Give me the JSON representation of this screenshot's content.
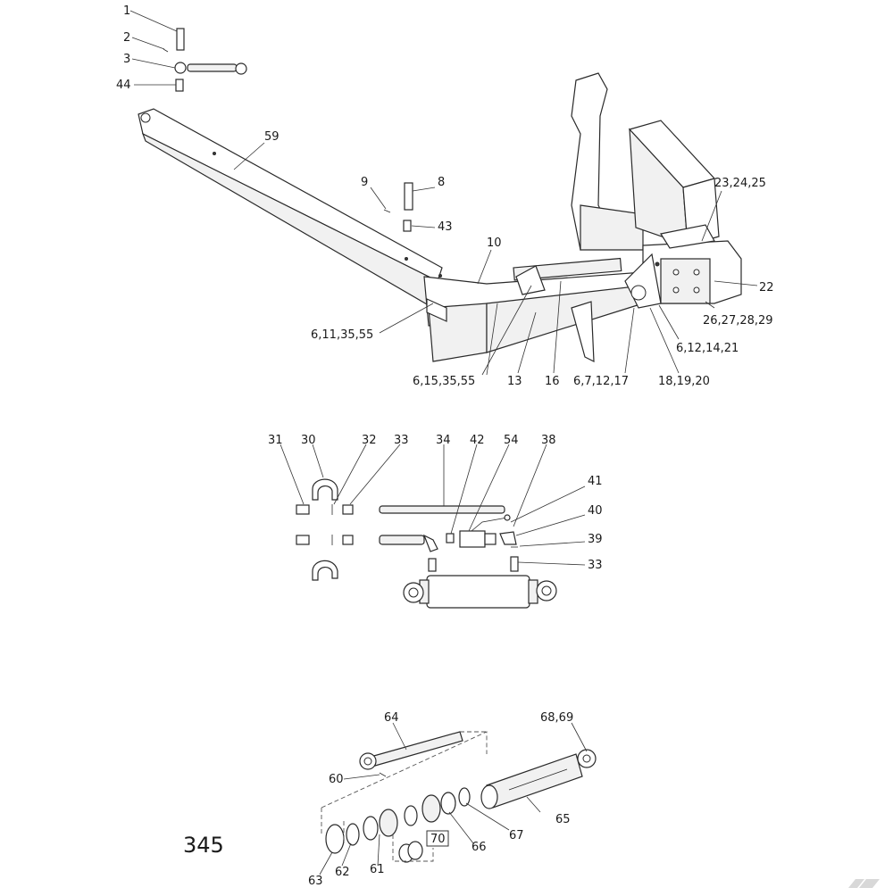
{
  "page_number": "345",
  "boxed_callout": "70",
  "callouts": {
    "c1": "1",
    "c2": "2",
    "c3": "3",
    "c44": "44",
    "c59": "59",
    "c9": "9",
    "c8": "8",
    "c43": "43",
    "c10": "10",
    "c23_24_25": "23,24,25",
    "c22": "22",
    "c26_27_28_29": "26,27,28,29",
    "c6_12_14_21": "6,12,14,21",
    "c6_11_35_55": "6,11,35,55",
    "c6_15_35_55": "6,15,35,55",
    "c13": "13",
    "c16": "16",
    "c6_7_12_17": "6,7,12,17",
    "c18_19_20": "18,19,20",
    "c31": "31",
    "c30": "30",
    "c32": "32",
    "c33a": "33",
    "c34": "34",
    "c42": "42",
    "c54": "54",
    "c38": "38",
    "c41": "41",
    "c40": "40",
    "c39": "39",
    "c33b": "33",
    "c64": "64",
    "c68_69": "68,69",
    "c60": "60",
    "c65": "65",
    "c67": "67",
    "c66": "66",
    "c61": "61",
    "c62": "62",
    "c63": "63"
  }
}
